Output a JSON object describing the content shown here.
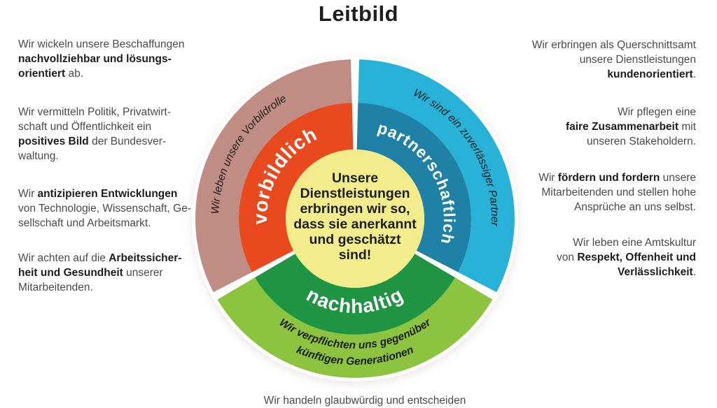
{
  "title": "Leitbild",
  "wheel": {
    "center_message": "Unsere\nDienstleistungen\nerbringen wir so,\ndass sie anerkannt\nund geschätzt\nsind!",
    "center_color": "#f2ec8d",
    "segments": [
      {
        "name": "vorbildlich",
        "label": "vorbildlich",
        "motto": "Wir leben unsere Vorbildrolle",
        "inner_color": "#e8491f",
        "outer_color": "#c08d84"
      },
      {
        "name": "partnerschaftlich",
        "label": "partnerschaftlich",
        "motto": "Wir sind ein zuverlässiger Partner",
        "inner_color": "#1e81a5",
        "outer_color": "#29b2d8"
      },
      {
        "name": "nachhaltig",
        "label": "nachhaltig",
        "motto_line1": "Wir verpflichten uns gegenüber",
        "motto_line2": "künftigen Generationen",
        "inner_color": "#1f9543",
        "outer_color": "#8cc43f"
      }
    ]
  },
  "left_column": {
    "statements": [
      {
        "segments": [
          {
            "t": "Wir wickeln unsere Beschaffungen\n"
          },
          {
            "t": "nachvollziehbar und lösungs-\norientiert",
            "b": 1
          },
          {
            "t": " ab."
          }
        ]
      },
      {
        "segments": [
          {
            "t": "Wir vermitteln Politik, Privatwirt-\nschaft und Öffentlichkeit ein\n"
          },
          {
            "t": "positives Bild",
            "b": 1
          },
          {
            "t": " der Bundesver-\nwaltung."
          }
        ]
      },
      {
        "segments": [
          {
            "t": "Wir "
          },
          {
            "t": "antizipieren Entwicklungen",
            "b": 1
          },
          {
            "t": "\nvon Technologie, Wissenschaft, Ge-\nsellschaft und Arbeitsmarkt."
          }
        ]
      },
      {
        "segments": [
          {
            "t": "Wir achten auf die "
          },
          {
            "t": "Arbeitssicher-\nheit und Gesundheit",
            "b": 1
          },
          {
            "t": " unserer\nMitarbeitenden."
          }
        ]
      }
    ]
  },
  "right_column": {
    "statements": [
      {
        "segments": [
          {
            "t": "Wir erbringen als Querschnittsamt\nunsere Dienstleistungen\n"
          },
          {
            "t": "kundenorientiert",
            "b": 1
          },
          {
            "t": "."
          }
        ]
      },
      {
        "segments": [
          {
            "t": "Wir pflegen eine\n"
          },
          {
            "t": "faire Zusammenarbeit",
            "b": 1
          },
          {
            "t": " mit\nunseren Stakeholdern."
          }
        ]
      },
      {
        "segments": [
          {
            "t": "Wir "
          },
          {
            "t": "fördern und fordern",
            "b": 1
          },
          {
            "t": " unsere\nMitarbeitenden und stellen hohe\nAnsprüche an uns selbst."
          }
        ]
      },
      {
        "segments": [
          {
            "t": "Wir leben eine Amtskultur\nvon "
          },
          {
            "t": "Respekt, Offenheit und\nVerlässlichkeit",
            "b": 1
          },
          {
            "t": "."
          }
        ]
      }
    ]
  },
  "bottom": {
    "clipped_statement": "Wir handeln glaubwürdig und entscheiden"
  },
  "background": {
    "left_tint": "#fbe8e4",
    "right_tint": "#d7e9f6",
    "bottom_tint": "#edefd5"
  }
}
